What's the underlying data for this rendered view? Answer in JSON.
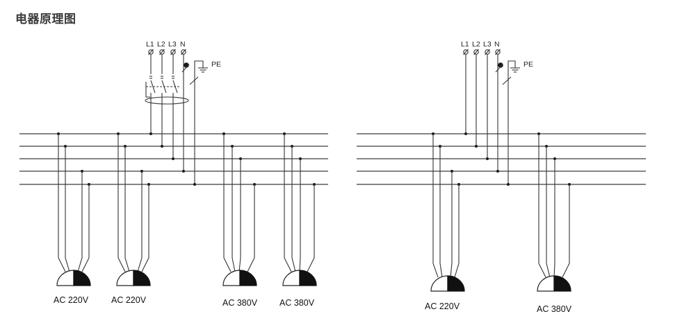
{
  "page": {
    "title": "电器原理图"
  },
  "left_diagram": {
    "terminals": [
      "L1",
      "L2",
      "L3",
      "N"
    ],
    "pe_label": "PE",
    "loads": [
      "AC 220V",
      "AC 220V",
      "AC 380V",
      "AC 380V"
    ]
  },
  "right_diagram": {
    "terminals": [
      "L1",
      "L2",
      "L3",
      "N"
    ],
    "pe_label": "PE",
    "loads": [
      "AC 220V",
      "AC 380V"
    ]
  },
  "colors": {
    "line": "#333333",
    "text": "#222222"
  },
  "icons": [
    "terminal-symbol",
    "switch-symbol",
    "ground-icon",
    "load-symbol"
  ]
}
